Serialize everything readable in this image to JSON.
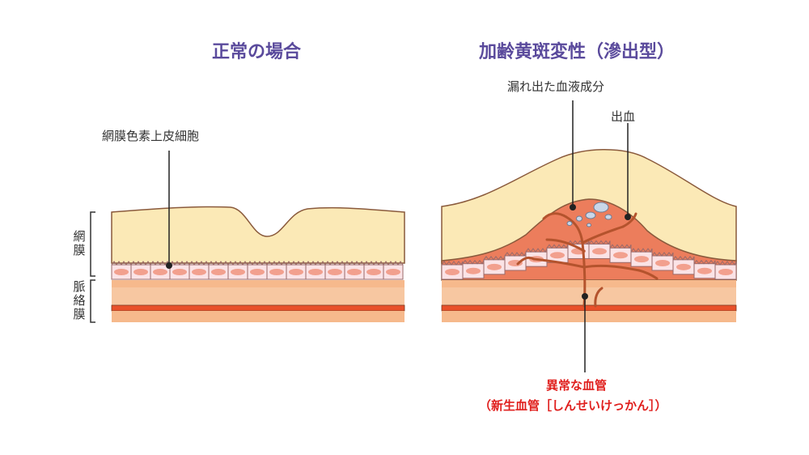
{
  "titles": {
    "normal": "正常の場合",
    "amd": "加齢黄斑変性（滲出型）"
  },
  "labels": {
    "rpe": "網膜色素上皮細胞",
    "retina": "網\n膜",
    "choroid": "脈\n絡\n膜",
    "leak": "漏れ出た血液成分",
    "hemorrhage": "出血",
    "abnormal_vessel": "異常な血管",
    "abnormal_vessel_sub": "（新生血管［しんせいけっかん］）"
  },
  "colors": {
    "title": "#5a4a9c",
    "retina": "#fbe9b6",
    "rpe_fill": "#fbe3e6",
    "rpe_nucleus": "#f2a08e",
    "choroid_light": "#f6b98c",
    "choroid_band": "#e8502a",
    "lesion": "#ec7d5c",
    "vessel": "#b4532d",
    "alert": "#e0201e"
  }
}
